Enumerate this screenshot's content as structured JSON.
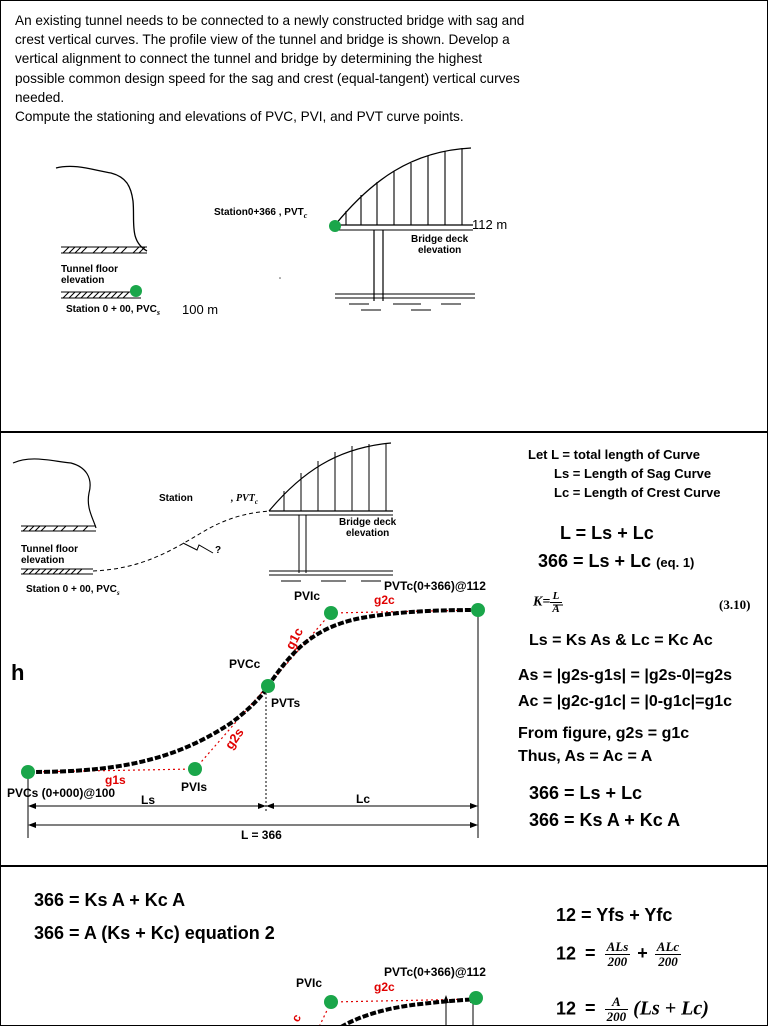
{
  "slide1": {
    "problem_text": "An existing tunnel needs to be connected to a newly constructed bridge with sag and crest vertical curves. The profile view of the tunnel and bridge is shown. Develop a vertical alignment to connect the tunnel and bridge by determining the highest possible common design speed for the sag and crest (equal-tangent) vertical curves needed.\nCompute the stationing and elevations of PVC, PVI, and PVT curve points.",
    "station_top": "Station0+366 , PVT",
    "station_top_sub": "c",
    "bridge_elev": "112 m",
    "bridge_deck_label": "Bridge deck\nelevation",
    "tunnel_floor_label": "Tunnel floor\nelevation",
    "station_bottom": "Station 0 + 00, PVC",
    "station_bottom_sub": "s",
    "tunnel_elev": "100 m"
  },
  "slide2": {
    "definitions": [
      "Let L = total length of Curve",
      "Ls = Length of Sag Curve",
      "Lc = Length of Crest Curve"
    ],
    "eq_L": "L = Ls + Lc",
    "eq_366_main": "366 = Ls + Lc",
    "eq_366_note": "(eq. 1)",
    "k_formula": {
      "lhs": "K",
      "num": "L",
      "den": "A",
      "ref": "(3.10)"
    },
    "eq_ls_lc": "Ls = Ks As  & Lc = Kc Ac",
    "eq_as": "As = |g2s-g1s| = |g2s-0|=g2s",
    "eq_ac": "Ac = |g2c-g1c| = |0-g1c|=g1c",
    "from_figure": "From figure, g2s = g1c",
    "thus": "Thus, As = Ac = A",
    "eq_366a": "366 = Ls + Lc",
    "eq_366b": "366 = Ks A + Kc A",
    "sketch": {
      "station": "Station",
      "pvt": ", PVT",
      "pvt_sub": "c",
      "bridge_deck": "Bridge deck\nelevation",
      "question": "?",
      "tunnel_floor": "Tunnel floor\nelevation",
      "station_pvc": "Station 0 + 00, PVC",
      "station_pvc_sub": "s"
    },
    "diagram": {
      "pvic": "PVIc",
      "pvtc": "PVTc(0+366)@112",
      "g2c": "g2c",
      "g1c": "g1c",
      "pvcc": "PVCc",
      "pvts": "PVTs",
      "g2s": "g2s",
      "g1s": "g1s",
      "pvis": "PVIs",
      "pvcs": "PVCs (0+000)@100",
      "ls": "Ls",
      "lc": "Lc",
      "l_total": "L = 366",
      "bullet": "h"
    }
  },
  "slide3": {
    "eq1": "366 = Ks A + Kc A",
    "eq2": "366 = A (Ks + Kc) equation 2",
    "eq_y": "12  = Yfs + Yfc",
    "eq_frac_lead": "12",
    "frac1": {
      "num": "ALs",
      "den": "200"
    },
    "frac2": {
      "num": "ALc",
      "den": "200"
    },
    "eq_last_lead": "12",
    "frac3": {
      "num": "A",
      "den": "200"
    },
    "eq_last_tail": "(Ls + Lc)",
    "pvic": "PVIc",
    "pvtc": "PVTc(0+366)@112",
    "g2c": "g2c",
    "g1c_partial": "c"
  }
}
